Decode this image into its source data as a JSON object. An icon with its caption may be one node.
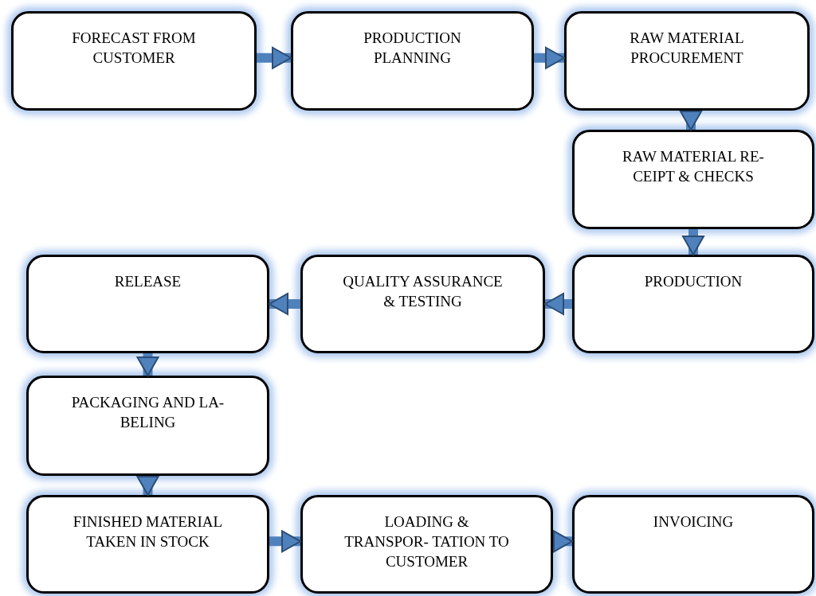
{
  "diagram": {
    "nodes": [
      {
        "text": [
          "FORECAST FROM CUSTOMER"
        ]
      },
      {
        "text": [
          "PRODUCTION PLANNING"
        ]
      },
      {
        "text": [
          "RAW MATERIAL PROCUREMENT"
        ]
      },
      {
        "text": [
          "RAW MATERIAL RE- CEIPT & CHECKS"
        ]
      },
      {
        "text": [
          "PRODUCTION"
        ]
      },
      {
        "text": [
          "QUALITY ASSURANCE & TESTING"
        ]
      },
      {
        "text": [
          "RELEASE"
        ]
      },
      {
        "text": [
          "PACKAGING AND LA- BELING"
        ]
      },
      {
        "text": [
          "FINISHED MATERIAL TAKEN IN STOCK"
        ]
      },
      {
        "text": [
          "LOADING & TRANSPOR- TATION TO CUSTOMER"
        ]
      },
      {
        "text": [
          "INVOICING"
        ]
      }
    ],
    "edges": [
      {
        "from": 0,
        "to": 1,
        "arrow": "to"
      },
      {
        "from": 1,
        "to": 2,
        "arrow": "to"
      },
      {
        "from": 2,
        "to": 3,
        "arrow": "to"
      },
      {
        "from": 3,
        "to": 4,
        "arrow": "to"
      },
      {
        "from": 4,
        "to": 5,
        "arrow": "to"
      },
      {
        "from": 5,
        "to": 6,
        "arrow": "to"
      },
      {
        "from": 6,
        "to": 7,
        "arrow": "to"
      },
      {
        "from": 7,
        "to": 8,
        "arrow": "to"
      },
      {
        "from": 8,
        "to": 9,
        "arrow": "to"
      },
      {
        "from": 9,
        "to": 10,
        "arrow": "to"
      }
    ]
  }
}
